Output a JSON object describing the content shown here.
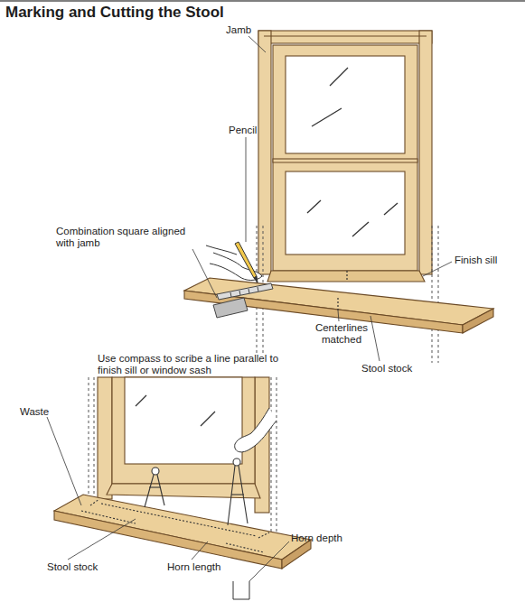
{
  "diagram": {
    "title": "Marking and Cutting the Stool",
    "labels": [
      "Jamb",
      "Pencil",
      "Combination square aligned with jamb",
      "Finish sill",
      "Centerlines matched",
      "Stool stock",
      "Use compass to scribe a line parallel to finish sill or window sash",
      "Waste",
      "Stool stock",
      "Horn length",
      "Horn depth"
    ]
  }
}
